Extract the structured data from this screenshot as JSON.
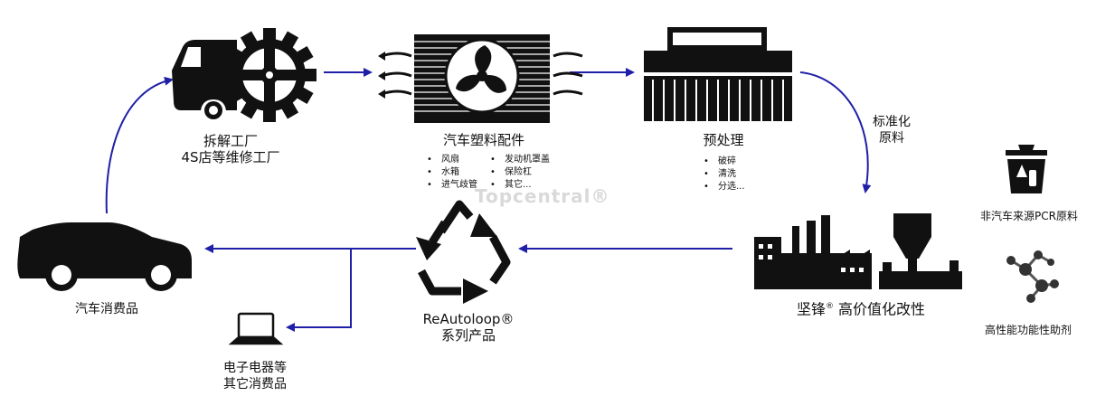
{
  "nodes": {
    "dismantle": {
      "line1": "拆解工厂",
      "line2": "4S店等维修工厂"
    },
    "plastic_parts": {
      "title": "汽车塑料配件",
      "items_left": [
        "风扇",
        "水箱",
        "进气歧管"
      ],
      "items_right": [
        "发动机罩盖",
        "保险杠",
        "其它..."
      ]
    },
    "pretreatment": {
      "title": "预处理",
      "items": [
        "破碎",
        "清洗",
        "分选..."
      ]
    },
    "standard_material": {
      "line1": "标准化",
      "line2": "原料"
    },
    "factory": {
      "brand": "坚锋",
      "mark": "®",
      "rest": " 高价值化改性"
    },
    "reautoloop": {
      "line1": "ReAutoloop®",
      "line2": "系列产品"
    },
    "car_consumer": {
      "label": "汽车消费品"
    },
    "electronics": {
      "line1": "电子电器等",
      "line2": "其它消费品"
    },
    "non_auto_pcr": {
      "label": "非汽车来源PCR原料"
    },
    "additives": {
      "label": "高性能功能性助剂"
    }
  },
  "watermark": "Topcentral®",
  "colors": {
    "arrow": "#1f1fa8",
    "icon": "#111111",
    "text": "#111111",
    "watermark": "#d9d9d9"
  },
  "icons": [
    "car-gear-icon",
    "radiator-fan-icon",
    "brush-icon",
    "factory-icon",
    "recycle-icon",
    "car-icon",
    "laptop-icon",
    "trash-bin-icon",
    "molecule-icon"
  ]
}
